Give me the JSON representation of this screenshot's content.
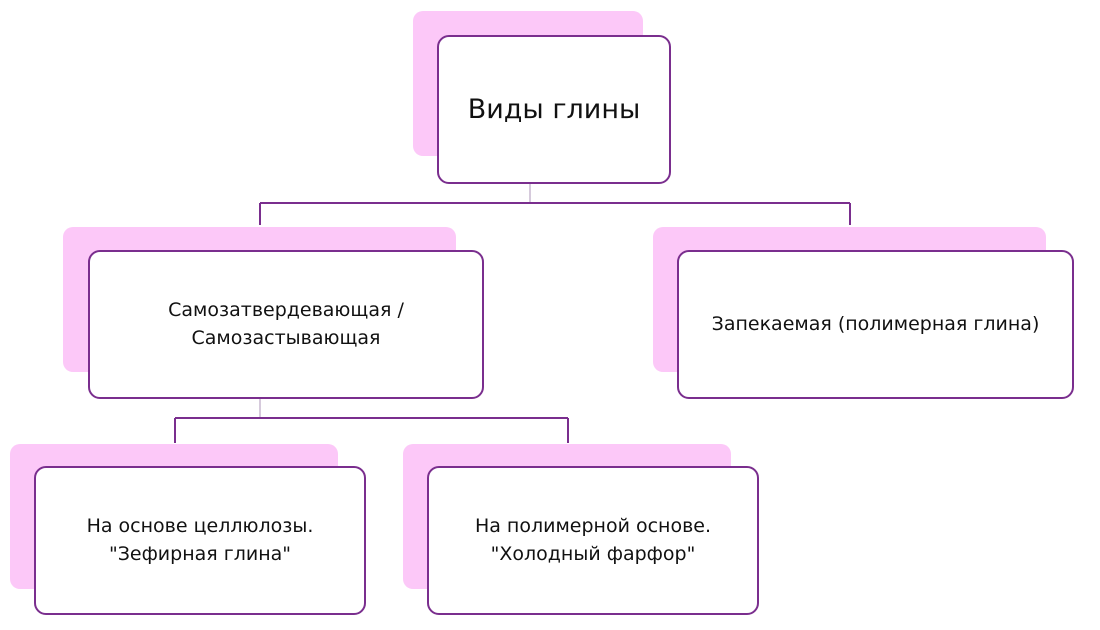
{
  "diagram": {
    "root": {
      "label": "Виды глины"
    },
    "branches": [
      {
        "label": "Самозатвердевающая /\nСамозастывающая",
        "children": [
          {
            "label": "На основе целлюлозы.\n\"Зефирная глина\""
          },
          {
            "label": "На полимерной основе.\n\"Холодный фарфор\""
          }
        ]
      },
      {
        "label": "Запекаемая (полимерная глина)",
        "children": []
      }
    ]
  },
  "colors": {
    "shadow": "#fcc8f8",
    "border": "#7a2e8e",
    "text": "#111111",
    "background": "#ffffff"
  }
}
